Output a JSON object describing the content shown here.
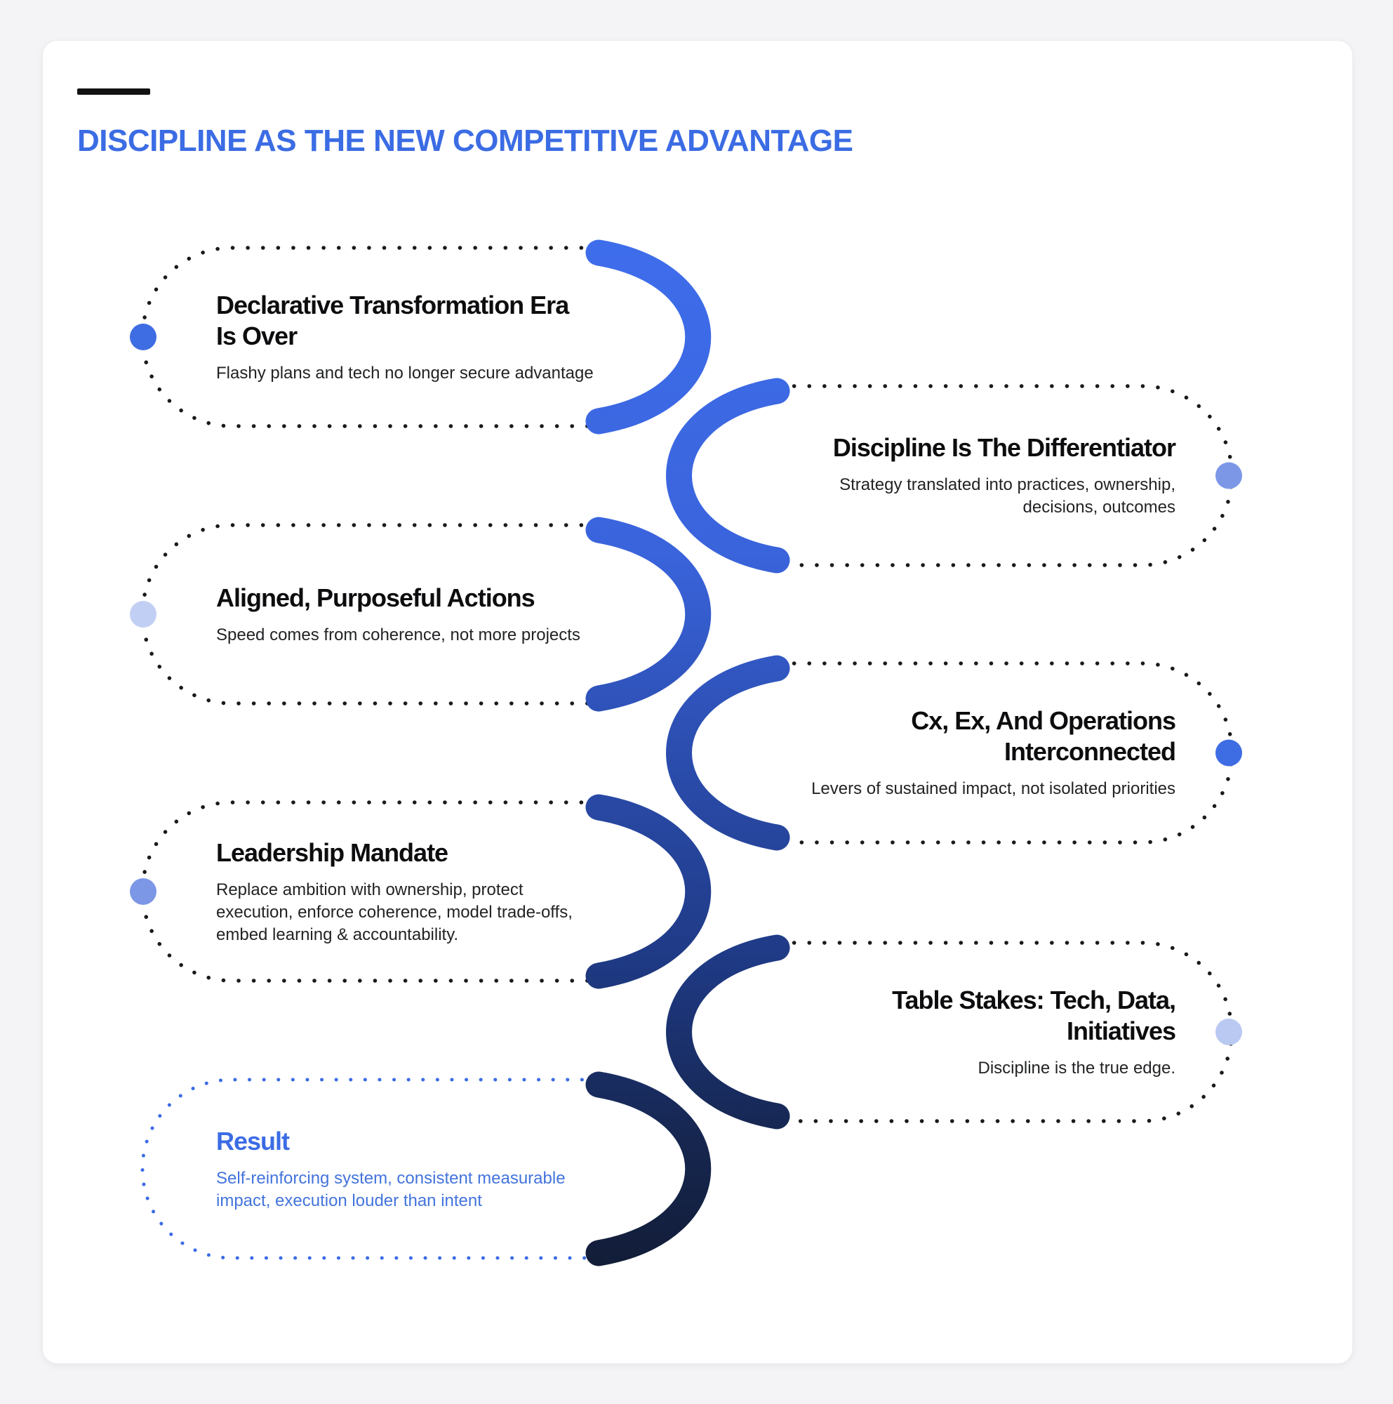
{
  "page_title": "DISCIPLINE AS THE NEW COMPETITIVE ADVANTAGE",
  "header_accent_color": "#3b6ce4",
  "background_color": "#f4f4f6",
  "card_color": "#ffffff",
  "border_dot_color": "#1a1a1c",
  "result_border_dot_color": "#3b6ce4",
  "ribbon": {
    "gradient": {
      "0": "#3e6deb",
      "1": "#3a64dc",
      "2": "#2b4dae",
      "3": "#1f3a85",
      "4": "#16264f",
      "5": "#121d38"
    }
  },
  "pills": [
    {
      "side": "left",
      "title": "Declarative Transformation Era\nIs Over",
      "subtitle": "Flashy plans and tech no longer secure advantage",
      "dot_color": "#3e6ce3"
    },
    {
      "side": "right",
      "title": "Discipline Is The Differentiator",
      "subtitle": "Strategy translated into practices, ownership,\ndecisions, outcomes",
      "dot_color": "#7d97e7"
    },
    {
      "side": "left",
      "title": "Aligned, Purposeful Actions",
      "subtitle": "Speed comes from coherence, not more projects",
      "dot_color": "#c2cff4"
    },
    {
      "side": "right",
      "title": "Cx, Ex, And Operations\nInterconnected",
      "subtitle": "Levers of sustained impact, not isolated priorities",
      "dot_color": "#3e6ce3"
    },
    {
      "side": "left",
      "title": "Leadership Mandate",
      "subtitle": "Replace ambition with ownership, protect\nexecution, enforce coherence, model trade-offs,\nembed learning & accountability.",
      "dot_color": "#7d97e7"
    },
    {
      "side": "right",
      "title": "Table Stakes: Tech, Data,\nInitiatives",
      "subtitle": "Discipline is the true edge.",
      "dot_color": "#b9c9f1"
    },
    {
      "side": "left",
      "title": "Result",
      "subtitle": "Self-reinforcing system, consistent measurable\nimpact, execution louder than intent",
      "dot_color": null
    }
  ]
}
